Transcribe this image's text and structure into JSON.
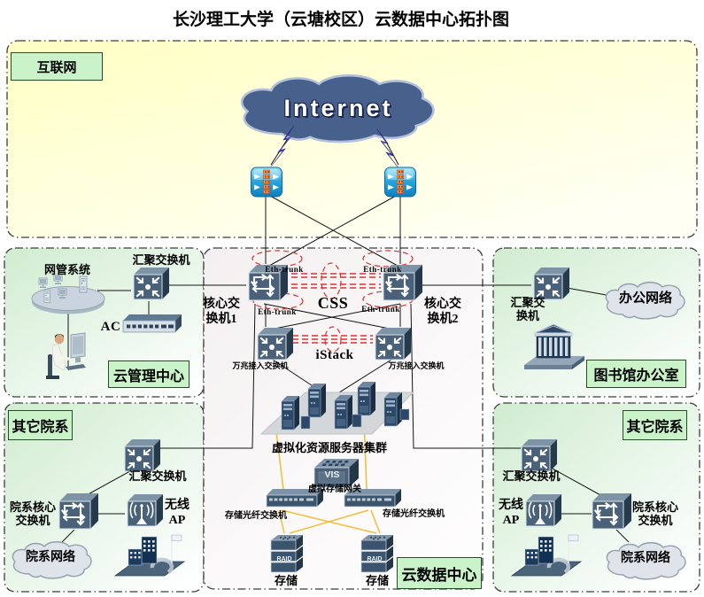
{
  "title": "长沙理工大学（云塘校区）云数据中心拓扑图",
  "colors": {
    "internet_zone_bg": "#ffffc8",
    "side_zone_bg": "#d0ecd0",
    "zone_label_bg": "#caf3ca",
    "zone_label_border": "#234d23",
    "device_slate_blue": "#4a617a",
    "internet_router_cyan": "#29a8dc",
    "internet_cloud_fill": "#47608c",
    "gray_cloud_fill": "#dfe3ea",
    "link_black": "#141414",
    "link_yellow": "#f0c040",
    "trunk_red": "#e03030"
  },
  "internet_zone": {
    "label": "互联网",
    "cloud_text": "Internet"
  },
  "management_zone": {
    "nms": "网管系统",
    "agg_switch": "汇聚交换机",
    "ac": "AC",
    "zone_label": "云管理中心"
  },
  "core_zone": {
    "core_switch_1": "核心交\n换机1",
    "core_switch_2": "核心交\n换机2",
    "eth_trunk": "Eth-trunk",
    "css": "CSS",
    "istack": "iStack",
    "access_switch": "万兆接入交换机",
    "server_cluster": "虚拟化资源服务器集群",
    "vis": "VIS",
    "vis_label": "虚拟存储网关",
    "fiber_switch": "存储光纤交换机",
    "raid": "RAID",
    "storage": "存储",
    "zone_label": "云数据中心"
  },
  "library_zone": {
    "agg_switch": "汇聚交\n换机",
    "office_cloud": "办公网络",
    "zone_label": "图书馆办公室"
  },
  "dept_zone_left": {
    "zone_label": "其它院系",
    "agg_switch": "汇聚交换机",
    "dept_core_switch": "院系核心\n交换机",
    "wireless_ap": "无线\nAP",
    "dept_cloud": "院系网络"
  },
  "dept_zone_right": {
    "zone_label": "其它院系",
    "agg_switch": "汇聚交换机",
    "dept_core_switch": "院系核心\n交换机",
    "wireless_ap": "无线\nAP",
    "dept_cloud": "院系网络"
  }
}
